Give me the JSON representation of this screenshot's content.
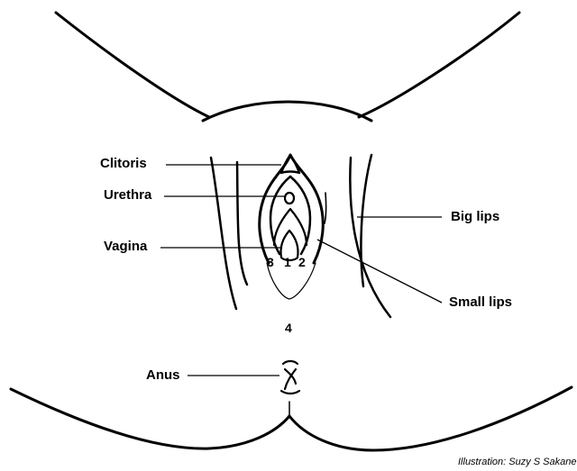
{
  "labels": {
    "clitoris": "Clitoris",
    "urethra": "Urethra",
    "vagina": "Vagina",
    "anus": "Anus",
    "big_lips": "Big lips",
    "small_lips": "Small lips"
  },
  "numbers": {
    "n1": "1",
    "n2": "2",
    "n3": "3",
    "n4": "4"
  },
  "credit": "Illustration: Suzy S Sakane"
}
